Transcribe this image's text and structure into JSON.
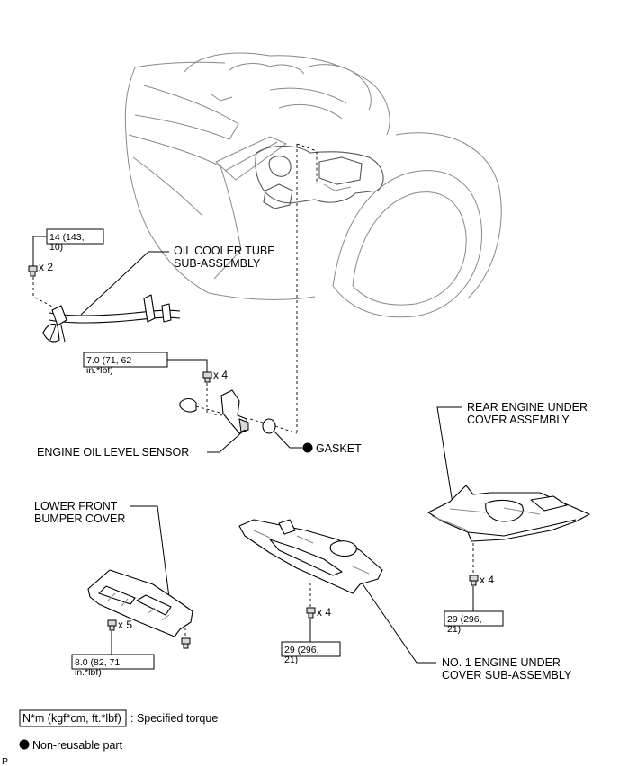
{
  "labels": {
    "oil_cooler_tube_1": "OIL COOLER TUBE",
    "oil_cooler_tube_2": "SUB-ASSEMBLY",
    "engine_oil_level_sensor": "ENGINE OIL LEVEL SENSOR",
    "gasket": "GASKET",
    "rear_engine_under_cover_1": "REAR ENGINE UNDER",
    "rear_engine_under_cover_2": "COVER ASSEMBLY",
    "lower_front_bumper_cover_1": "LOWER FRONT",
    "lower_front_bumper_cover_2": "BUMPER COVER",
    "no1_engine_under_cover_1": "NO. 1 ENGINE UNDER",
    "no1_engine_under_cover_2": "COVER SUB-ASSEMBLY"
  },
  "torque": {
    "oil_cooler_tube_1": "14 (143,",
    "oil_cooler_tube_2": "10)",
    "oil_level_sensor_1": "7.0 (71, 62",
    "oil_level_sensor_2": "in.*lbf)",
    "rear_under_cover_1": "29 (296,",
    "rear_under_cover_2": "21)",
    "no1_under_cover_1": "29 (296,",
    "no1_under_cover_2": "21)",
    "bumper_cover_1": "8.0 (82, 71",
    "bumper_cover_2": "in.*lbf)"
  },
  "quantities": {
    "oil_cooler_tube": "x 2",
    "oil_level_sensor": "x 4",
    "rear_under_cover": "x 4",
    "no1_under_cover": "x 4",
    "bumper_cover": "x 5"
  },
  "legend": {
    "unit_box": "N*m (kgf*cm, ft.*lbf)",
    "specified_torque": ": Specified torque",
    "non_reusable": "Non-reusable part"
  },
  "corner_mark": "P"
}
